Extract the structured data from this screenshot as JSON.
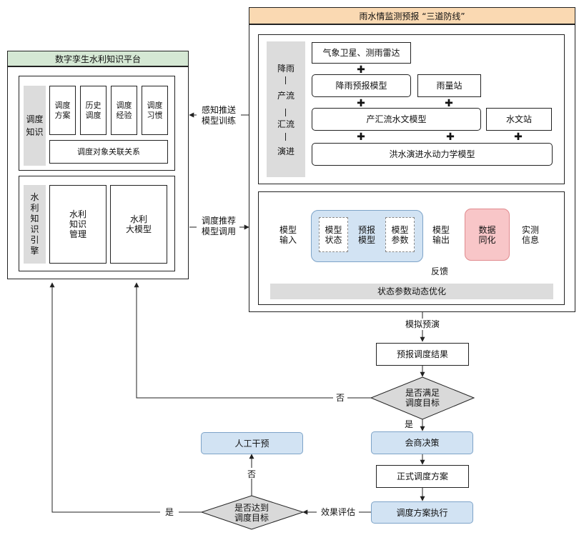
{
  "left": {
    "title": "数字孪生水利知识平台",
    "knowledge_label": "调度\n知识",
    "items": [
      "调度\n方案",
      "历史\n调度",
      "调度\n经验",
      "调度\n习惯"
    ],
    "relation": "调度对象关联关系",
    "engine_label": "水\n利\n知\n识\n引\n擎",
    "mgmt": "水利\n知识\n管理",
    "bigmodel": "水利\n大模型"
  },
  "connectors": {
    "sense": "感知推送\n模型训练",
    "recommend": "调度推荐\n模型调用"
  },
  "right": {
    "title": "雨水情监测预报 “三道防线”",
    "chain": [
      "降雨",
      "产流",
      "汇流",
      "演进"
    ],
    "weather": "气象卫星、测雨雷达",
    "rain_model": "降雨预报模型",
    "rain_station": "雨量站",
    "runoff_model": "产汇流水文模型",
    "hydro_station": "水文站",
    "flood_model": "洪水演进水动力学模型",
    "model_input": "模型\n输入",
    "model_state": "模型\n状态",
    "forecast_model": "预报\n模型",
    "model_param": "模型\n参数",
    "model_output": "模型\n输出",
    "assimilation": "数据\n同化",
    "observed": "实测\n信息",
    "feedback": "反馈",
    "optimize": "状态参数动态优化"
  },
  "flow": {
    "simulate": "模拟预演",
    "result": "预报调度结果",
    "meet_goal": "是否满足\n调度目标",
    "no": "否",
    "yes": "是",
    "consult": "会商决策",
    "plan": "正式调度方案",
    "execute": "调度方案执行",
    "evaluate": "效果评估",
    "reach_goal": "是否达到\n调度目标",
    "yes2": "是",
    "no2": "否",
    "manual": "人工干预"
  },
  "colors": {
    "green_header": "#d5e8d4",
    "orange_header": "#fad9b2",
    "blue_box": "#d2e3f3",
    "pink_box": "#f8c6c8",
    "gray_bar": "#dcdcdc"
  }
}
